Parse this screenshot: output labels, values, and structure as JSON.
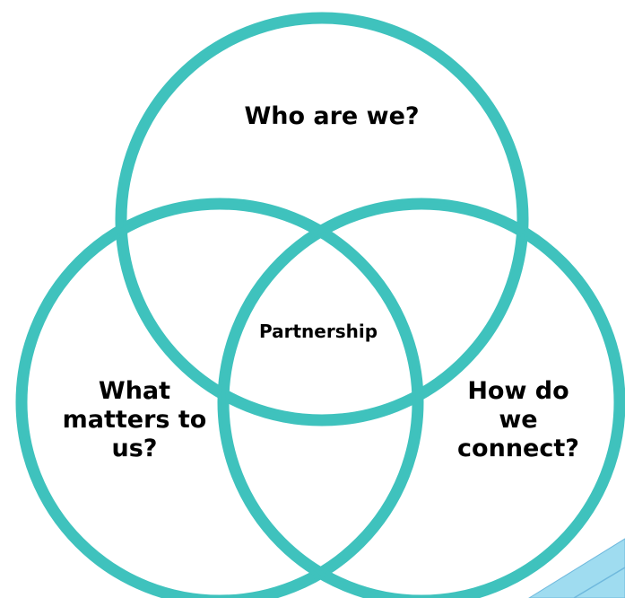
{
  "diagram": {
    "type": "venn",
    "sets": [
      {
        "label": "Who are we?"
      },
      {
        "label": "What matters to us?"
      },
      {
        "label": "How do we connect?"
      }
    ],
    "intersection_label": "Partnership"
  },
  "labels": {
    "top": "Who are we?",
    "left_line1": "What",
    "left_line2": "matters to",
    "left_line3": "us?",
    "right_line1": "How do",
    "right_line2": "we",
    "right_line3": "connect?",
    "center": "Partnership"
  },
  "colors": {
    "ring_stroke": "#3fc2bd",
    "corner_accent": "#9fdcf0",
    "corner_accent_dark": "#6fb9dd",
    "text": "#000000",
    "background": "#ffffff"
  }
}
